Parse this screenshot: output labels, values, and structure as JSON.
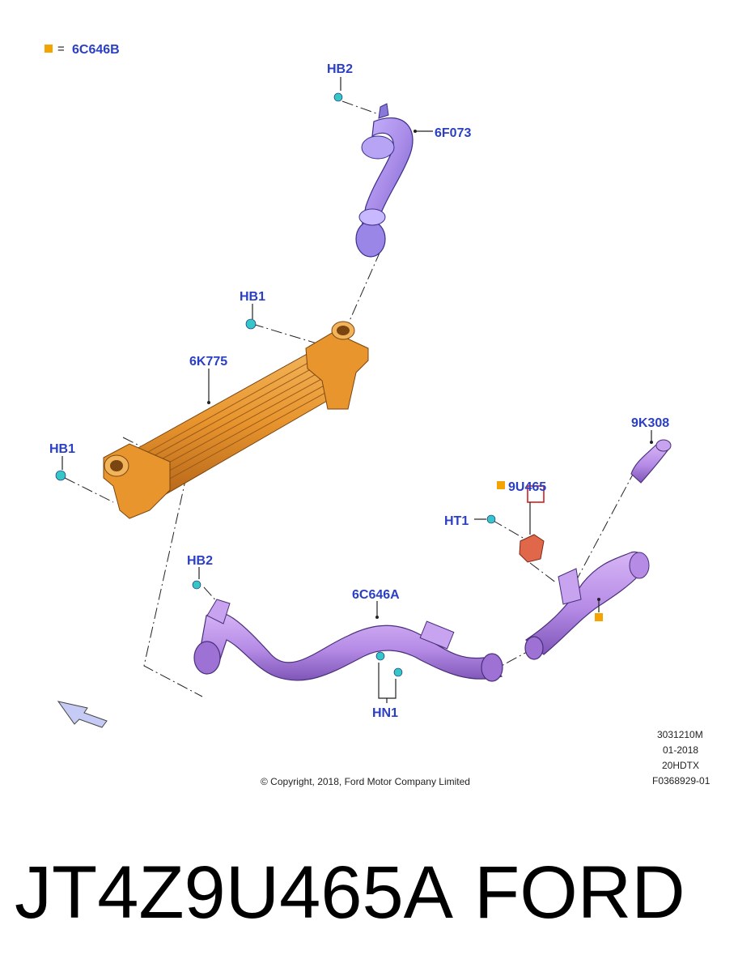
{
  "legend": {
    "symbol_color": "#f5a300",
    "equals": "=",
    "code": "6C646B"
  },
  "labels": {
    "hb2_top": "HB2",
    "part_6f073": "6F073",
    "hb1_mid": "HB1",
    "part_6k775": "6K775",
    "hb1_left": "HB1",
    "part_9k308": "9K308",
    "part_9u465": "9U465",
    "ht1": "HT1",
    "hb2_low": "HB2",
    "part_6c646a": "6C646A",
    "hn1": "HN1"
  },
  "meta": {
    "code": "3031210M",
    "date": "01-2018",
    "model": "20HDTX",
    "ref": "F0368929-01",
    "copyright": "© Copyright, 2018, Ford Motor Company Limited"
  },
  "footer": {
    "part_number": "JT4Z9U465A",
    "brand": "FORD"
  },
  "colors": {
    "label_blue": "#2a3fc4",
    "intercooler_orange": "#e8952e",
    "hose_purple": "#a98ce8",
    "duct_purple": "#b58be6",
    "fastener_cyan": "#35c6c6",
    "sensor_red": "#e0674a",
    "highlight_red": "#d42020"
  }
}
